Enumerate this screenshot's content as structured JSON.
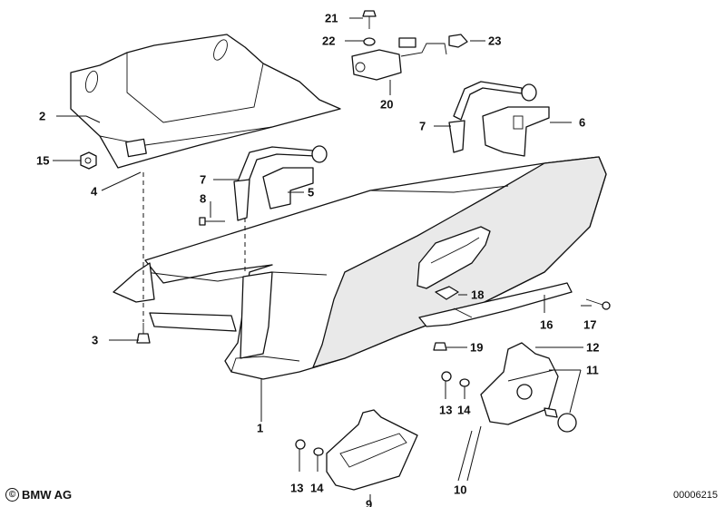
{
  "diagram": {
    "callouts": [
      "1",
      "2",
      "3",
      "4",
      "5",
      "6",
      "7",
      "7",
      "8",
      "9",
      "10",
      "11",
      "12",
      "13",
      "14",
      "13",
      "14",
      "15",
      "16",
      "17",
      "18",
      "19",
      "20",
      "21",
      "22",
      "23"
    ]
  },
  "footer": {
    "copyright_symbol": "©",
    "brand": "BMW AG",
    "image_number": "00006215"
  }
}
